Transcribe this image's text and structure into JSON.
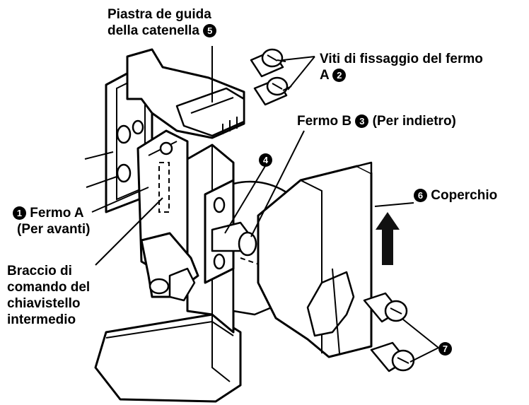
{
  "labels": {
    "piastra_line1": "Piastra de guida",
    "piastra_line2": "della catenella",
    "piastra_num": "5",
    "viti_line1": "Viti di fissaggio del fermo",
    "viti_line2": "A",
    "viti_num": "2",
    "fermo_b_pre": "Fermo B",
    "fermo_b_num": "3",
    "fermo_b_post": "(Per indietro)",
    "item4_num": "4",
    "coperchio_num": "6",
    "coperchio": "Coperchio",
    "fermo_a_num": "1",
    "fermo_a_line1": "Fermo A",
    "fermo_a_line2": "(Per avanti)",
    "braccio_line1": "Braccio di",
    "braccio_line2": "comando del",
    "braccio_line3": "chiavistello",
    "braccio_line4": "intermedio",
    "item7_num": "7"
  },
  "icons": {
    "arrow": "up-arrow-icon",
    "screws": "screw-icon"
  }
}
